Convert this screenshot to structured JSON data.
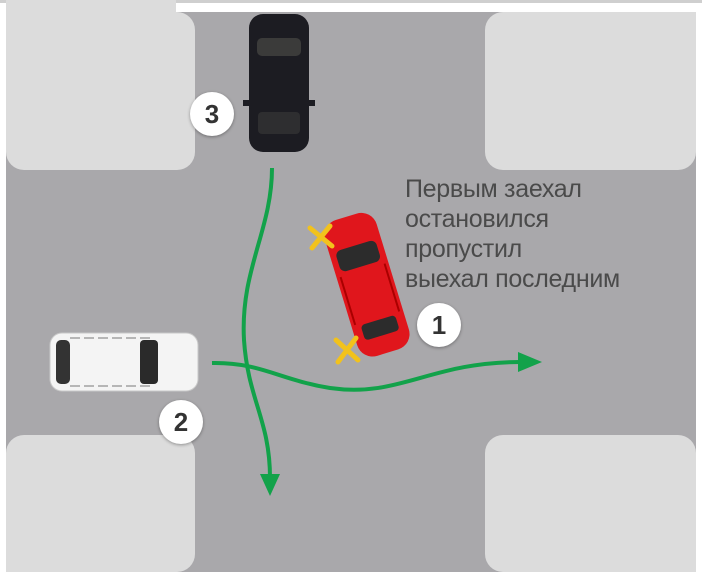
{
  "caption": {
    "lines": [
      "Первым заехал",
      "остановился",
      "пропустил",
      "выехал последним"
    ]
  },
  "vehicles": [
    {
      "label": "1",
      "color": "#e0161c"
    },
    {
      "label": "2",
      "color": "#f4f4f4"
    },
    {
      "label": "3",
      "color": "#1c1c22"
    }
  ],
  "colors": {
    "road": "#a9a8ab",
    "sidewalk": "#dcdcdc",
    "path": "#12a24a",
    "marker": "#f2c21c"
  }
}
